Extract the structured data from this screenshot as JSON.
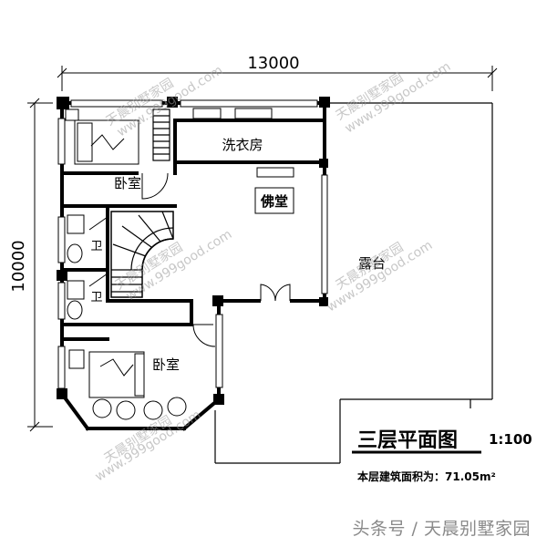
{
  "drawing": {
    "dimension_width": "13000",
    "dimension_height": "10000",
    "title": "三层平面图",
    "scale": "1:100",
    "area_note": "本层建筑面积为：71.05m²"
  },
  "rooms": {
    "laundry": "洗衣房",
    "bedroom_top": "卧室",
    "buddha_hall": "佛堂",
    "bath_1": "卫",
    "bath_2": "卫",
    "terrace": "露台",
    "bedroom_bottom": "卧室"
  },
  "watermark": {
    "text_cn": "天晨别墅家园",
    "text_url": "www.999good.com"
  },
  "source_credit": "头条号 / 天晨别墅家园"
}
